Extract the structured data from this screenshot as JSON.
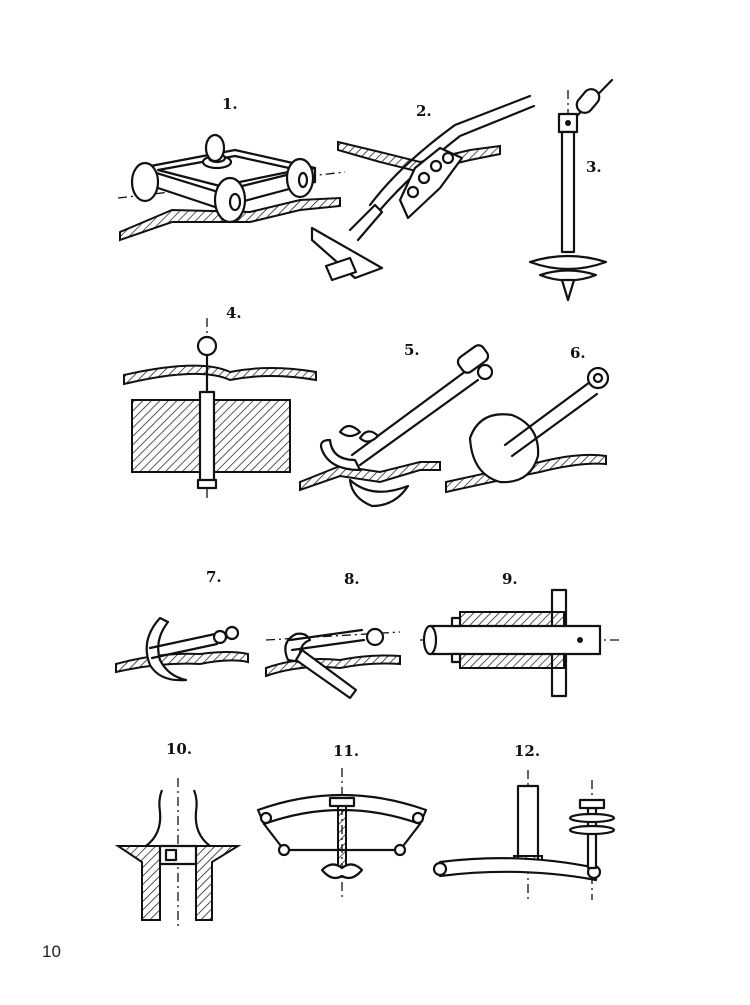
{
  "page_number": "10",
  "figures": [
    {
      "id": 1,
      "label": "1."
    },
    {
      "id": 2,
      "label": "2."
    },
    {
      "id": 3,
      "label": "3."
    },
    {
      "id": 4,
      "label": "4."
    },
    {
      "id": 5,
      "label": "5."
    },
    {
      "id": 6,
      "label": "6."
    },
    {
      "id": 7,
      "label": "7."
    },
    {
      "id": 8,
      "label": "8."
    },
    {
      "id": 9,
      "label": "9."
    },
    {
      "id": 10,
      "label": "10."
    },
    {
      "id": 11,
      "label": "11."
    },
    {
      "id": 12,
      "label": "12."
    }
  ]
}
